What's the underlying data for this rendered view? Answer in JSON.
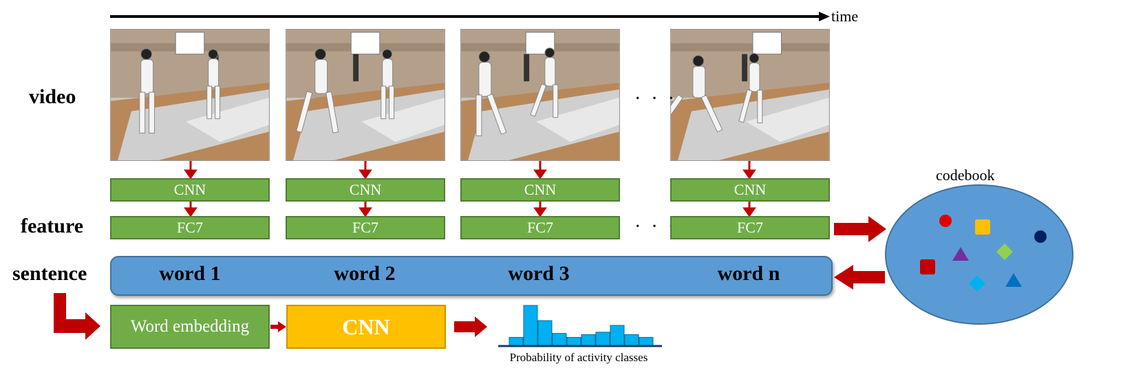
{
  "timeline": {
    "label": "time"
  },
  "row_labels": {
    "video": "video",
    "feature": "feature",
    "sentence": "sentence"
  },
  "frames": [
    {
      "cnn_label": "CNN",
      "fc_label": "FC7"
    },
    {
      "cnn_label": "CNN",
      "fc_label": "FC7"
    },
    {
      "cnn_label": "CNN",
      "fc_label": "FC7"
    },
    {
      "cnn_label": "CNN",
      "fc_label": "FC7"
    }
  ],
  "ellipsis": "· · ·",
  "sentence": {
    "words": [
      "word 1",
      "word 2",
      "word 3",
      "word n"
    ]
  },
  "codebook": {
    "title": "codebook",
    "symbols": [
      {
        "shape": "circle",
        "color": "#e00000"
      },
      {
        "shape": "square",
        "color": "#ffc000"
      },
      {
        "shape": "circle",
        "color": "#002060"
      },
      {
        "shape": "triangle",
        "color": "#7030a0"
      },
      {
        "shape": "diamond",
        "color": "#92d050"
      },
      {
        "shape": "square",
        "color": "#c00000"
      },
      {
        "shape": "diamond",
        "color": "#00b0f0"
      },
      {
        "shape": "triangle",
        "color": "#0070c0"
      }
    ]
  },
  "pipeline": {
    "embedding_label": "Word embedding",
    "cnn_label": "CNN",
    "histogram_caption": "Probability of activity classes",
    "histogram_values": [
      0.2,
      1.0,
      0.62,
      0.3,
      0.2,
      0.27,
      0.33,
      0.5,
      0.27,
      0.2
    ]
  },
  "colors": {
    "green": "#70ad47",
    "blue": "#5b9bd5",
    "yellow": "#ffc000",
    "arrow_red": "#c00000",
    "bar_blue": "#00b0f0",
    "codebook_fill": "#5b9bd5"
  }
}
